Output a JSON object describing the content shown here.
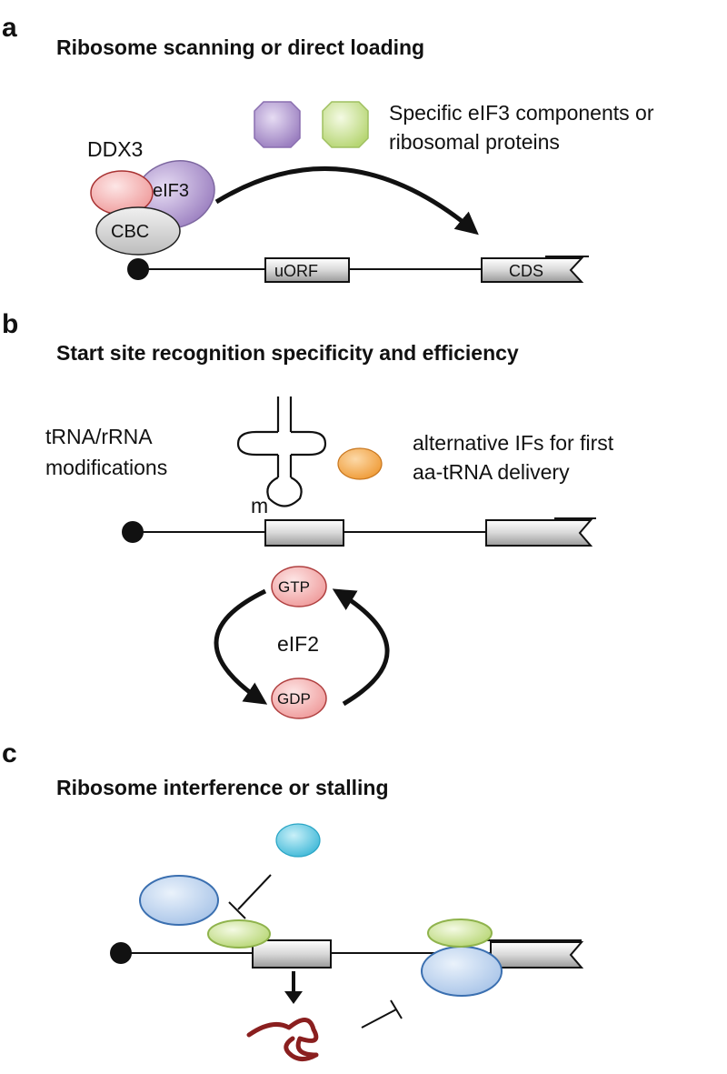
{
  "panels": [
    {
      "letter": "a",
      "title": "Ribosome scanning or direct loading"
    },
    {
      "letter": "b",
      "title": "Start site recognition specificity and efficiency"
    },
    {
      "letter": "c",
      "title": "Ribosome interference or stalling"
    }
  ],
  "panel_a": {
    "legend_line1": "Specific eIF3 components or",
    "legend_line2": "ribosomal proteins",
    "ddx3": "DDX3",
    "eif3": "eIF3",
    "cbc": "CBC",
    "uorf": "uORF",
    "cds": "CDS"
  },
  "panel_b": {
    "trna_line1": "tRNA/rRNA",
    "trna_line2": "modifications",
    "alt_line1": "alternative IFs for first",
    "alt_line2": "aa-tRNA delivery",
    "modification": "m",
    "gtp": "GTP",
    "gdp": "GDP",
    "eif2": "eIF2"
  },
  "colors": {
    "purple": "#9b7fc0",
    "green": "#c7e08a",
    "orange": "#f0a040",
    "red_pale": "#f5b3b3",
    "blue_pale": "#bcd3ee",
    "cyan": "#5bc7e0",
    "peptide": "#8a1f1f"
  }
}
